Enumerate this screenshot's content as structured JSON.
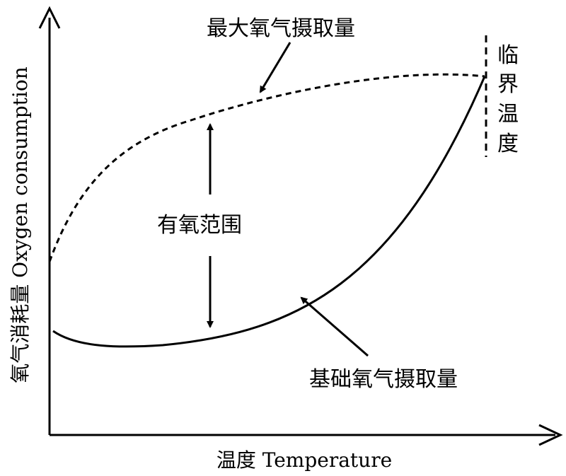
{
  "diagram": {
    "x_axis_label": "温度 Temperature",
    "y_axis_label": "氧气消耗量 Oxygen consumption",
    "max_label": "最大氧气摄取量",
    "base_label": "基础氧气摄取量",
    "range_label": "有氧范围",
    "critical_label": [
      "临",
      "界",
      "温",
      "度"
    ],
    "colors": {
      "ink": "#000000"
    }
  }
}
